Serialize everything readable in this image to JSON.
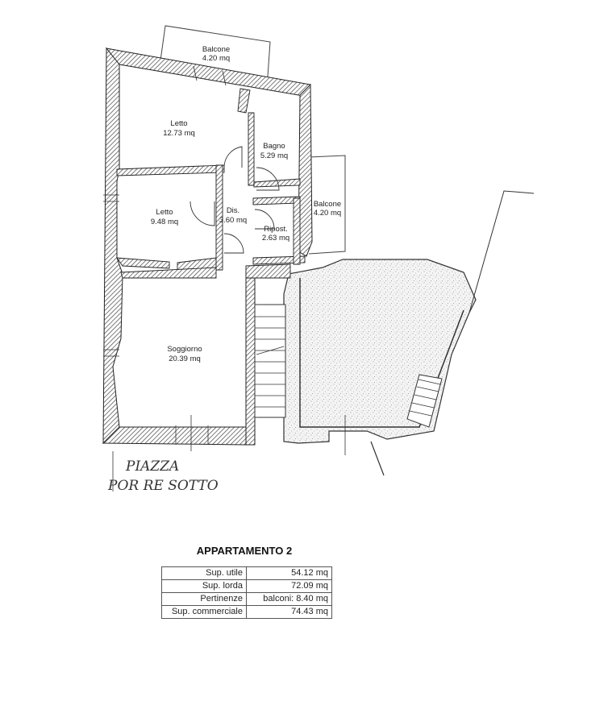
{
  "rooms": {
    "balcone_top": {
      "name": "Balcone",
      "area": "4.20 mq"
    },
    "letto_1": {
      "name": "Letto",
      "area": "12.73 mq"
    },
    "bagno": {
      "name": "Bagno",
      "area": "5.29 mq"
    },
    "letto_2": {
      "name": "Letto",
      "area": "9.48 mq"
    },
    "disimpegno": {
      "name": "Dis.",
      "area": "3.60 mq"
    },
    "ripostiglio": {
      "name": "Ripost.",
      "area": "2.63 mq"
    },
    "balcone_side": {
      "name": "Balcone",
      "area": "4.20 mq"
    },
    "soggiorno": {
      "name": "Soggiorno",
      "area": "20.39 mq"
    }
  },
  "handwritten_note": {
    "line1": "PIAZZA",
    "line2": "POR RE SOTTO"
  },
  "summary": {
    "title": "APPARTAMENTO 2",
    "rows": [
      {
        "label": "Sup. utile",
        "value": "54.12 mq"
      },
      {
        "label": "Sup. lorda",
        "value": "72.09 mq"
      },
      {
        "label": "Pertinenze",
        "value": "balconi: 8.40 mq"
      },
      {
        "label": "Sup. commerciale",
        "value": "74.43 mq"
      }
    ]
  }
}
